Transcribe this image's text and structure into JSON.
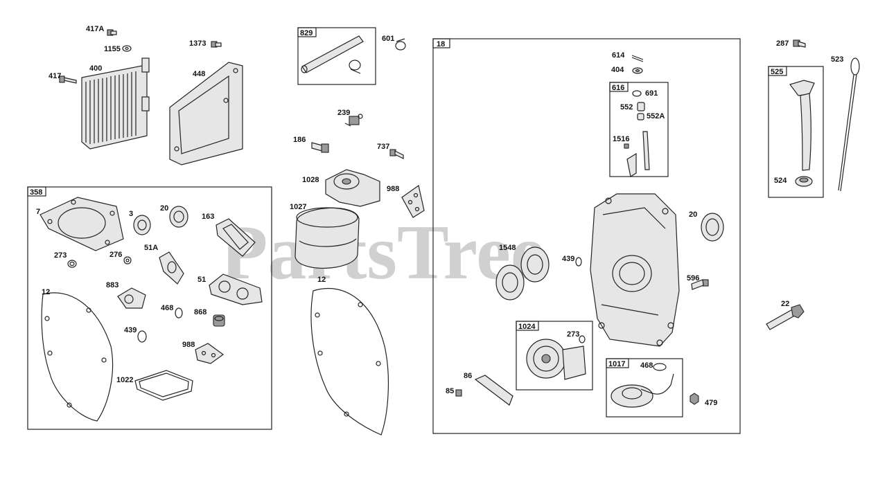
{
  "watermark": "PartsTree",
  "kits": {
    "k358": "358",
    "k829": "829",
    "k18": "18",
    "k616": "616",
    "k525": "525",
    "k1024": "1024",
    "k1017": "1017"
  },
  "labels": {
    "l417A": "417A",
    "l1155": "1155",
    "l417": "417",
    "l400": "400",
    "l1373": "1373",
    "l448": "448",
    "l601": "601",
    "l239": "239",
    "l186": "186",
    "l737": "737",
    "l1028": "1028",
    "l988a": "988",
    "l1027": "1027",
    "l12b": "12",
    "l7": "7",
    "l3": "3",
    "l20a": "20",
    "l163": "163",
    "l273a": "273",
    "l276": "276",
    "l51A": "51A",
    "l883": "883",
    "l51": "51",
    "l468a": "468",
    "l868": "868",
    "l12a": "12",
    "l439a": "439",
    "l988b": "988",
    "l1022": "1022",
    "l614": "614",
    "l404": "404",
    "l691": "691",
    "l552": "552",
    "l552A": "552A",
    "l1516": "1516",
    "l20b": "20",
    "l1548": "1548",
    "l439b": "439",
    "l596": "596",
    "l273b": "273",
    "l86": "86",
    "l85": "85",
    "l468b": "468",
    "l479": "479",
    "l287": "287",
    "l523": "523",
    "l524": "524",
    "l22": "22"
  },
  "colors": {
    "line": "#222222",
    "watermark": "#c8c8c8",
    "part_fill": "#e6e6e6"
  }
}
